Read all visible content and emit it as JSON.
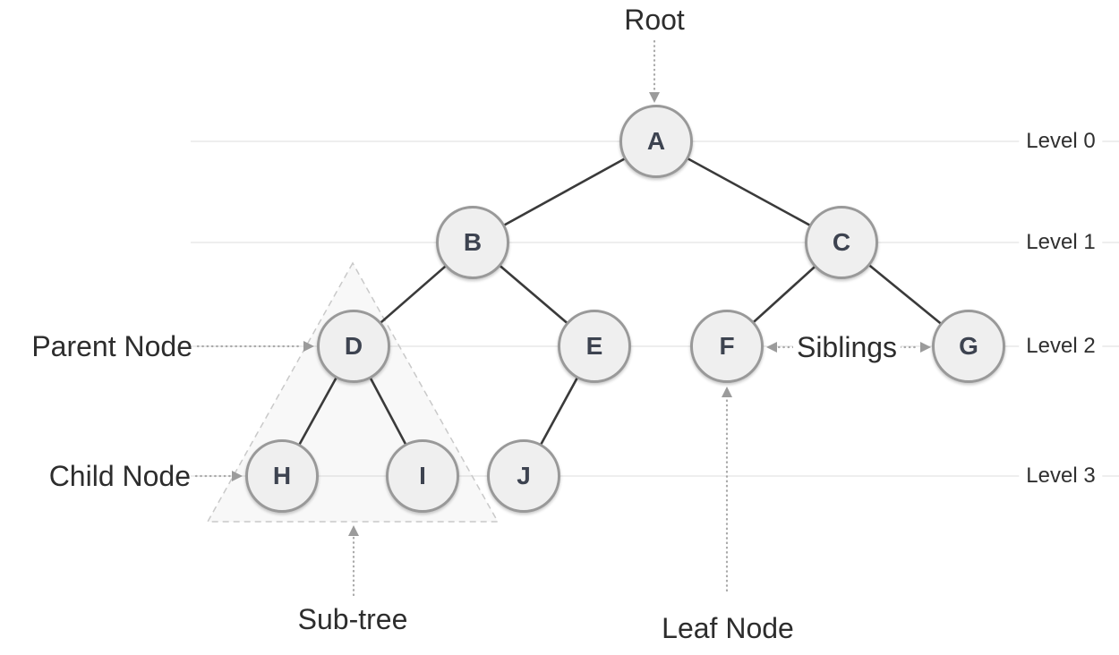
{
  "labels": {
    "root": "Root",
    "parent_node": "Parent Node",
    "child_node": "Child Node",
    "sub_tree": "Sub-tree",
    "leaf_node": "Leaf Node",
    "siblings": "Siblings"
  },
  "levels": [
    {
      "label": "Level 0"
    },
    {
      "label": "Level 1"
    },
    {
      "label": "Level 2"
    },
    {
      "label": "Level 3"
    }
  ],
  "nodes": [
    {
      "label": "A"
    },
    {
      "label": "B"
    },
    {
      "label": "C"
    },
    {
      "label": "D"
    },
    {
      "label": "E"
    },
    {
      "label": "F"
    },
    {
      "label": "G"
    },
    {
      "label": "H"
    },
    {
      "label": "I"
    },
    {
      "label": "J"
    }
  ],
  "edges": [
    "A-B",
    "A-C",
    "B-D",
    "B-E",
    "C-F",
    "C-G",
    "D-H",
    "D-I",
    "E-J"
  ],
  "colors": {
    "node_fill": "#efefef",
    "node_border": "#999999",
    "node_text": "#3d4350",
    "edge": "#3a3a3a",
    "level_line": "#e8e8e8",
    "annotation_gray": "#a9a9a9",
    "arrowhead_gray": "#9b9b9b",
    "subtree_dash": "#c9c9c9",
    "label_text": "#2d2d2d"
  }
}
